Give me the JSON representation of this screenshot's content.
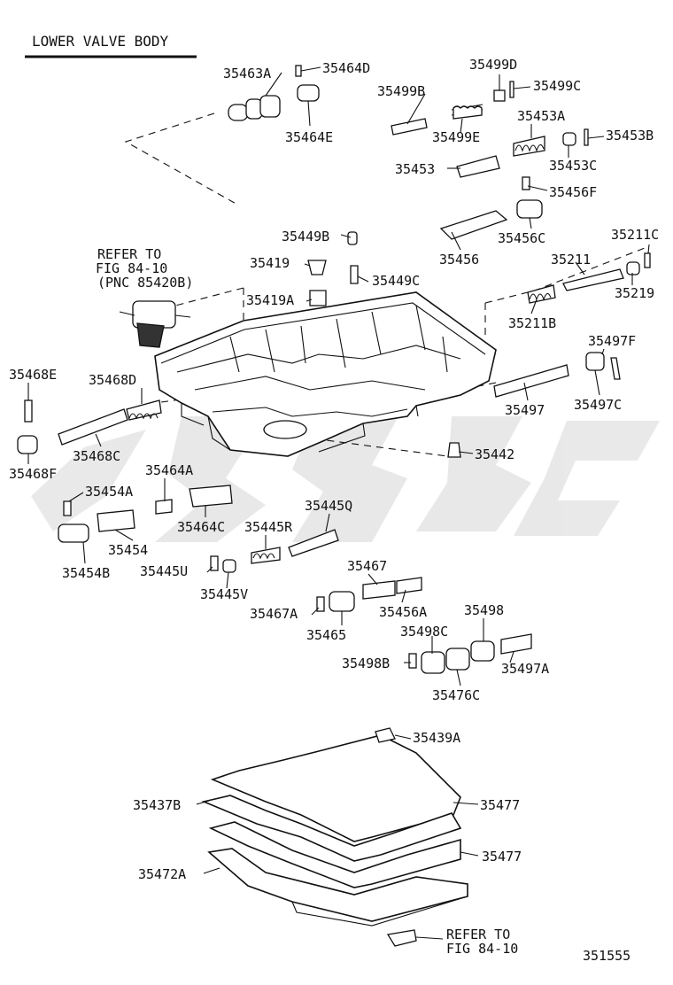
{
  "title": "LOWER VALVE BODY",
  "figure_number": "351555",
  "refer_notes": {
    "solenoid": [
      "REFER TO",
      "FIG 84-10",
      "(PNC 85420B)"
    ],
    "bottom": [
      "REFER TO",
      "FIG 84-10"
    ]
  },
  "watermark_present": true,
  "labels": {
    "p35463A": "35463A",
    "p35464D": "35464D",
    "p35464E": "35464E",
    "p35499D": "35499D",
    "p35499B": "35499B",
    "p35499C": "35499C",
    "p35499E": "35499E",
    "p35453A": "35453A",
    "p35453B": "35453B",
    "p35453": "35453",
    "p35453C": "35453C",
    "p35456F": "35456F",
    "p35449B": "35449B",
    "p35211C": "35211C",
    "p35456C": "35456C",
    "p35419": "35419",
    "p35211": "35211",
    "p35456": "35456",
    "p35449C": "35449C",
    "p35219": "35219",
    "p35419A": "35419A",
    "p35211B": "35211B",
    "p35497F": "35497F",
    "p35468E": "35468E",
    "p35468D": "35468D",
    "p35497": "35497",
    "p35497C": "35497C",
    "p35442": "35442",
    "p35468C": "35468C",
    "p35468F": "35468F",
    "p35464A": "35464A",
    "p35454A": "35454A",
    "p35445Q": "35445Q",
    "p35464C": "35464C",
    "p35445R": "35445R",
    "p35454": "35454",
    "p35445U": "35445U",
    "p35454B": "35454B",
    "p35467": "35467",
    "p35445V": "35445V",
    "p35467A": "35467A",
    "p35456A": "35456A",
    "p35498": "35498",
    "p35465": "35465",
    "p35498C": "35498C",
    "p35498B": "35498B",
    "p35497A": "35497A",
    "p35476C": "35476C",
    "p35439A": "35439A",
    "p35437B": "35437B",
    "p35477a": "35477",
    "p35477b": "35477",
    "p35472A": "35472A"
  }
}
